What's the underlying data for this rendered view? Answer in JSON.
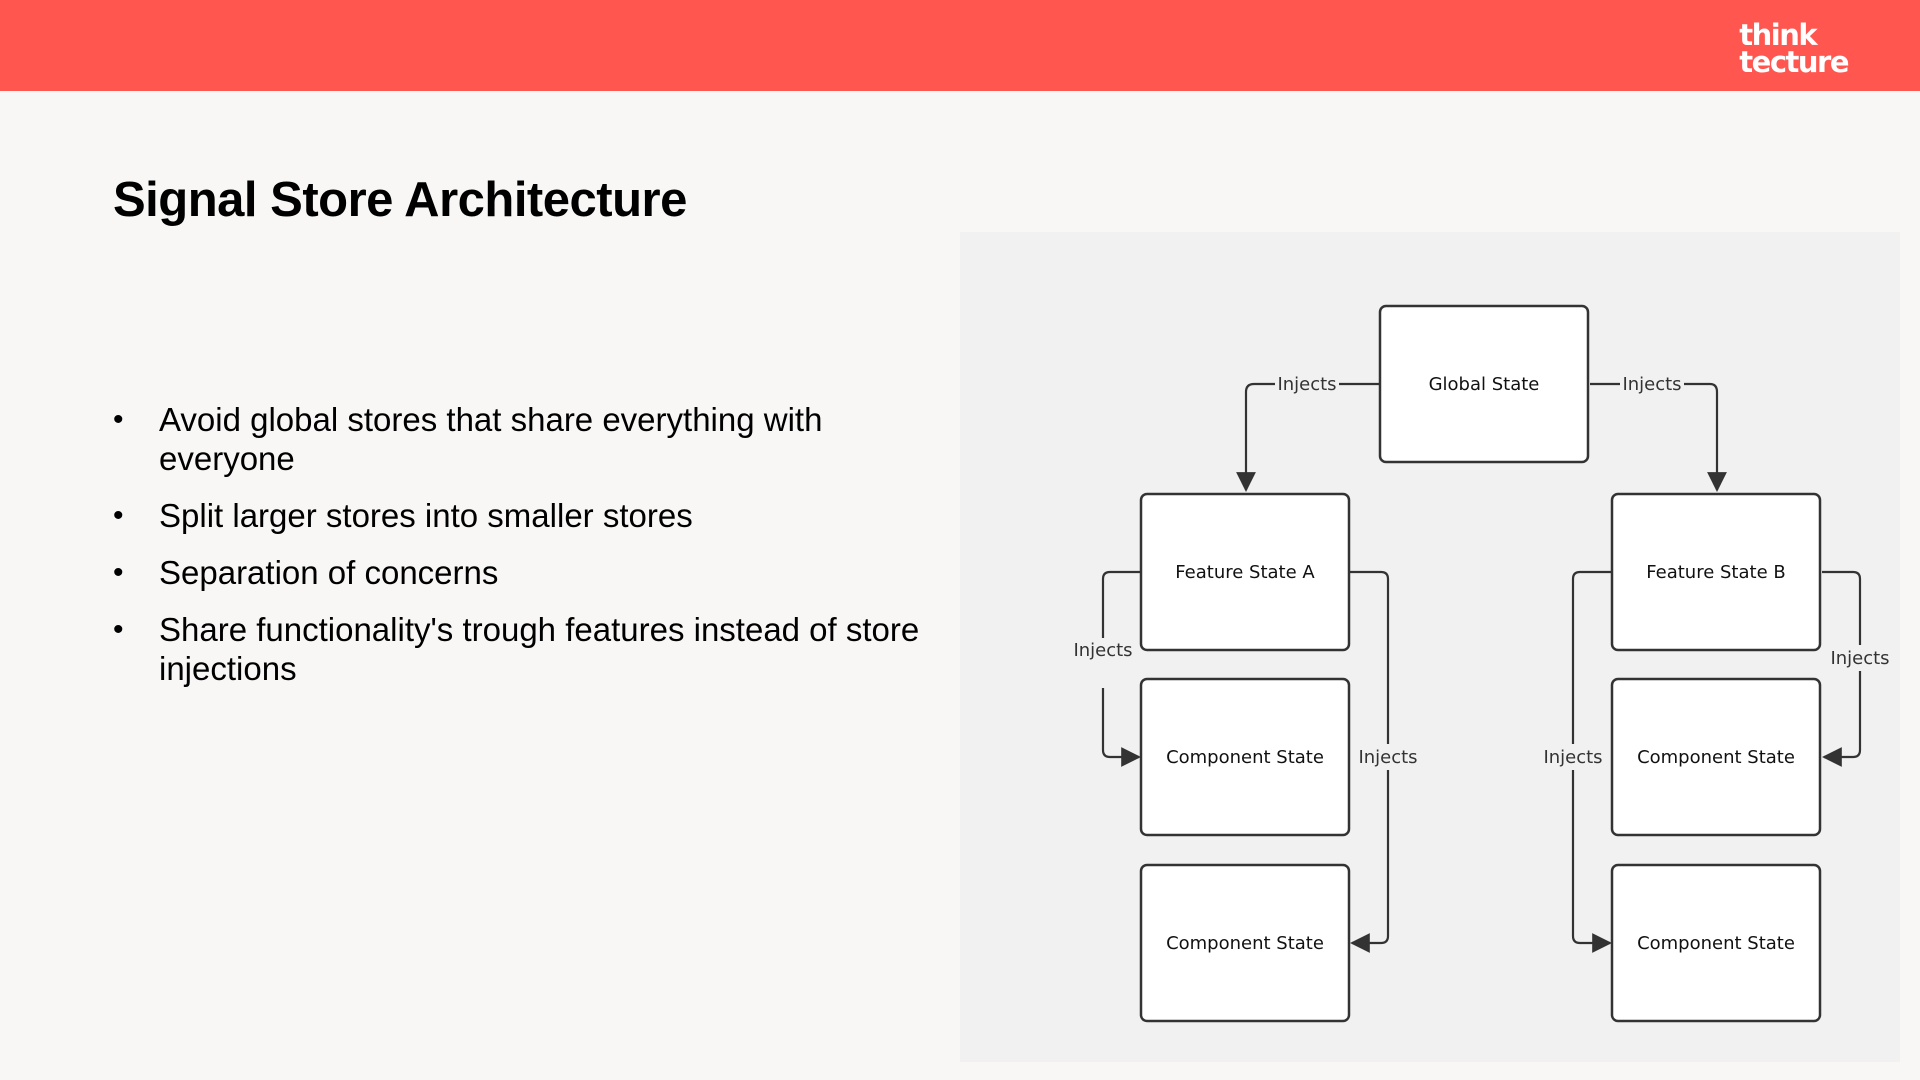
{
  "header": {
    "logo_line1": "think",
    "logo_line2": "tecture",
    "accent_color": "#ff5750"
  },
  "slide": {
    "title": "Signal Store Architecture",
    "bullets": [
      "Avoid global stores that share everything with everyone",
      "Split larger stores into smaller stores",
      "Separation of concerns",
      "Share functionality's trough features instead of store injections"
    ]
  },
  "diagram": {
    "nodes": {
      "global": "Global State",
      "feature_a": "Feature State A",
      "feature_b": "Feature State B",
      "component_a1": "Component State",
      "component_a2": "Component State",
      "component_b1": "Component State",
      "component_b2": "Component State"
    },
    "edges": {
      "global_to_a": "Injects",
      "global_to_b": "Injects",
      "a_to_a1": "Injects",
      "a_to_a2": "Injects",
      "b_to_b1": "Injects",
      "b_to_b2": "Injects"
    }
  }
}
